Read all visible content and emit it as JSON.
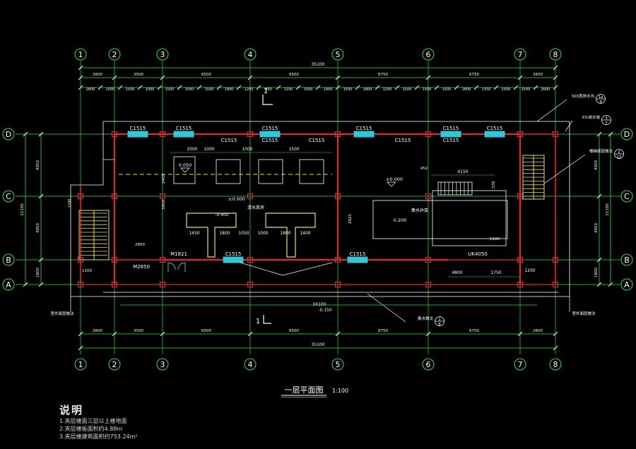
{
  "drawing": {
    "title": "一层平面图",
    "scale": "1:100",
    "overall_dim": "35100",
    "vertical_total": "11100",
    "mid_gap_label": "34100",
    "elevation_mark": "-0.150",
    "section_mark": "1"
  },
  "colors": {
    "background": "#000000",
    "wall_red": "#e3262d",
    "dim_green": "#22e63a",
    "window_cyan": "#2fc8d8",
    "label_white": "#ffffff",
    "stair_yellow": "#e6e23a"
  },
  "col_axes": [
    "1",
    "2",
    "3",
    "4",
    "5",
    "6",
    "7",
    "8"
  ],
  "row_axes": [
    "D",
    "C",
    "B",
    "A"
  ],
  "dims": {
    "top_row1": [
      "2600",
      "3500",
      "6500",
      "6500",
      "6750",
      "6750",
      "2600"
    ],
    "top_row2": [
      "2600",
      "1000",
      "1500",
      "1000",
      "1500",
      "1000",
      "1500",
      "1900",
      "1200",
      "800",
      "1100",
      "1500",
      "1900",
      "1500",
      "1800",
      "1200",
      "1500",
      "1500",
      "1500",
      "1800",
      "1350",
      "1500",
      "1500",
      "2600"
    ],
    "bottom": [
      "2600",
      "3500",
      "6500",
      "6500",
      "6750",
      "6750",
      "2600"
    ],
    "left": [
      "4950",
      "4950",
      "1200",
      "1800"
    ],
    "left_total": "11100",
    "right": [
      "4950",
      "4950",
      "1800"
    ],
    "right_total": "11100"
  },
  "windows": {
    "top_outer": [
      "C1515",
      "C1515",
      "C1515",
      "C1515",
      "C1515",
      "C1515"
    ],
    "top_inner": [
      "C1515",
      "C1515",
      "C1515",
      "C1515",
      "C1515"
    ],
    "bottom": [
      "C1515",
      "C1515"
    ]
  },
  "doors": {
    "d1": "M1821",
    "d2": "M2850",
    "d3": "UK4050"
  },
  "room_labels": {
    "elev1": "±0.000",
    "elev2": "0.050",
    "elev3": "-0.400",
    "elev4": "±0.000",
    "elev5": "0.200",
    "room1": "清水泵房",
    "room2": "集水井泵",
    "pump_dims": [
      "1450",
      "1800",
      "1050",
      "1000",
      "1800",
      "1400"
    ],
    "inner_dims": [
      "2000",
      "1000",
      "1000",
      "1500"
    ],
    "right_dims": [
      "4150",
      "4800",
      "1750",
      "1200"
    ],
    "misc": [
      "2850",
      "2400",
      "3800",
      "1100",
      "1200",
      "452",
      "2825",
      "378"
    ]
  },
  "callouts": {
    "c1_a": "300宽排水沟",
    "c1_b": "1a",
    "c1_c": "4",
    "c2_a": "6%坡水坡",
    "c2_b": "3",
    "c2_c": "7",
    "c3_a": "楼梯面层做法",
    "c3_b": "2",
    "c3_c": "12",
    "c4_a": "散水做法",
    "c4_b": "1",
    "c4_c": "8",
    "left_tag": "室外面层做法",
    "right_tag": "室外面层做法"
  },
  "notes": {
    "heading": "说明",
    "lines": [
      "1.夹层楼面三层以上楼地面",
      "2.夹层楼板面积约4.88m",
      "3.夹层楼建筑面积约753.24m²"
    ]
  }
}
